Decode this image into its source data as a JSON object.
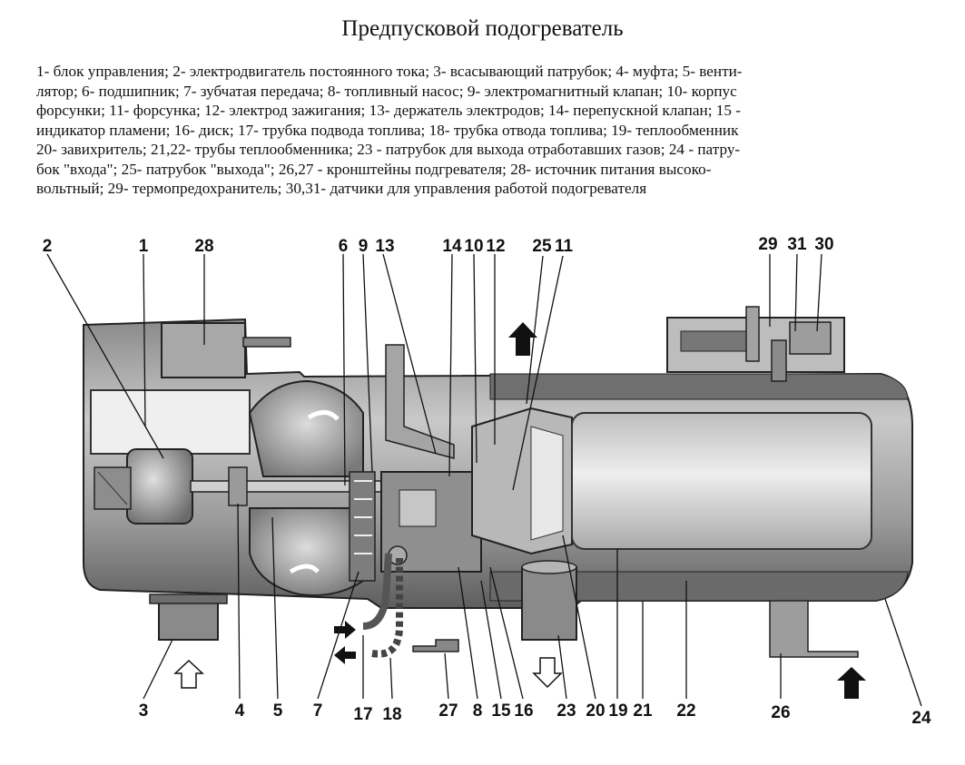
{
  "title": "Предпусковой подогреватель",
  "caption_lines": [
    "1- блок управления; 2- электродвигатель постоянного тока; 3- всасывающий патрубок; 4- муфта; 5- венти-",
    "лятор; 6- подшипник; 7- зубчатая передача; 8- топливный насос; 9- электромагнитный клапан; 10- корпус",
    "форсунки; 11- форсунка; 12- электрод зажигания; 13- держатель электродов; 14- перепускной клапан; 15 -",
    "индикатор пламени; 16- диск; 17- трубка подвода топлива; 18- трубка отвода топлива; 19- теплообменник",
    "20- завихритель; 21,22- трубы теплообменника; 23 - патрубок для выхода отработавших газов; 24 - патру-",
    "бок \"входа\"; 25- патрубок \"выхода\"; 26,27 - кронштейны подгревателя; 28- источник питания высоко-",
    "вольтный; 29- термопредохранитель; 30,31- датчики для управления работой подогревателя"
  ],
  "callouts": {
    "top": [
      "2",
      "1",
      "28",
      "6",
      "9",
      "13",
      "14",
      "10",
      "12",
      "25",
      "11",
      "29",
      "31",
      "30"
    ],
    "bottom": [
      "3",
      "4",
      "5",
      "7",
      "17",
      "18",
      "27",
      "8",
      "15",
      "16",
      "23",
      "20",
      "19",
      "21",
      "22",
      "26",
      "24"
    ]
  }
}
